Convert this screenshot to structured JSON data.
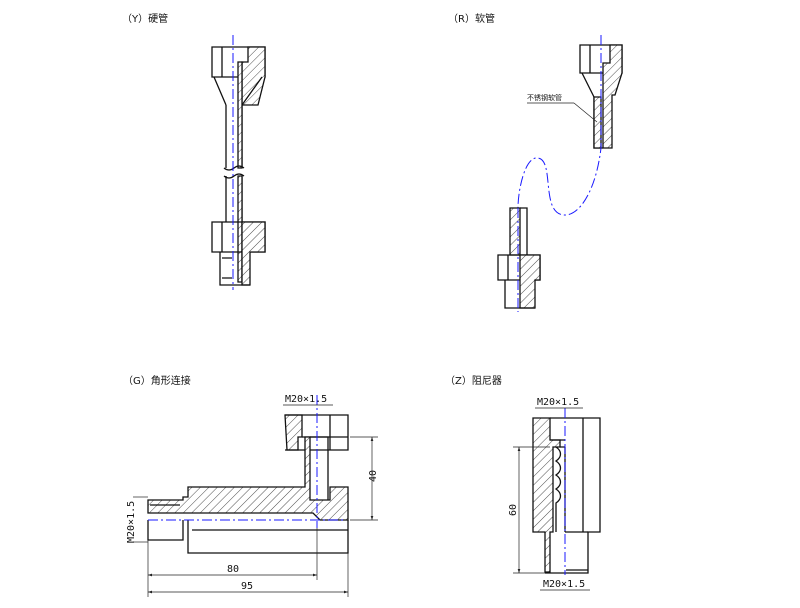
{
  "panels": {
    "y": {
      "title": "（Y）硬管"
    },
    "r": {
      "title": "（R）软管",
      "callout": "不锈钢软管"
    },
    "g": {
      "title": "（G）角形连接",
      "thread_top": "M20×1.5",
      "thread_side": "M20×1.5",
      "dim_height": "40",
      "dim_center": "80",
      "dim_total": "95"
    },
    "z": {
      "title": "（Z）阻尼器",
      "thread_top": "M20×1.5",
      "thread_bottom": "M20×1.5",
      "dim_height": "60"
    }
  },
  "colors": {
    "centerline": "#1a1aff",
    "outline": "#111111"
  }
}
